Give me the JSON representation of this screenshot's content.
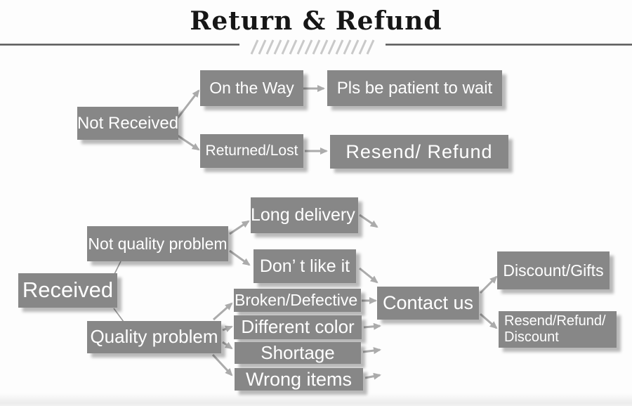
{
  "title": "Return & Refund",
  "colors": {
    "box": "#878787",
    "box_text": "#ffffff",
    "arrow": "#ababab",
    "divider_line": "#585858",
    "hatch": "#c9c9c9",
    "title_text": "#161616",
    "background": "#fdfdfd"
  },
  "nodes": {
    "not_received": {
      "label": "Not Received"
    },
    "on_the_way": {
      "label": "On the Way"
    },
    "pls_patient": {
      "label": "Pls be patient to wait"
    },
    "returned_lost": {
      "label": "Returned/Lost"
    },
    "resend_refund": {
      "label": "Resend/ Refund"
    },
    "received": {
      "label": "Received"
    },
    "not_quality": {
      "label": "Not quality problem"
    },
    "long_delivery": {
      "label": "Long delivery"
    },
    "dont_like": {
      "label": "Don’ t like it"
    },
    "quality_problem": {
      "label": "Quality problem"
    },
    "broken_defective": {
      "label": "Broken/Defective"
    },
    "different_color": {
      "label": "Different color"
    },
    "shortage": {
      "label": "Shortage"
    },
    "wrong_items": {
      "label": "Wrong items"
    },
    "contact_us": {
      "label": "Contact us"
    },
    "discount_gifts": {
      "label": "Discount/Gifts"
    },
    "resend_discount": {
      "label": "Resend/Refund/\nDiscount"
    }
  },
  "edges": [
    {
      "from": "not_received",
      "to": "on_the_way",
      "style": "arrow"
    },
    {
      "from": "not_received",
      "to": "returned_lost",
      "style": "arrow"
    },
    {
      "from": "on_the_way",
      "to": "pls_patient",
      "style": "arrow"
    },
    {
      "from": "returned_lost",
      "to": "resend_refund",
      "style": "arrow"
    },
    {
      "from": "received",
      "to": "not_quality",
      "style": "line"
    },
    {
      "from": "received",
      "to": "quality_problem",
      "style": "line"
    },
    {
      "from": "not_quality",
      "to": "long_delivery",
      "style": "arrow"
    },
    {
      "from": "not_quality",
      "to": "dont_like",
      "style": "arrow"
    },
    {
      "from": "long_delivery",
      "to": "contact_us",
      "style": "arrow"
    },
    {
      "from": "dont_like",
      "to": "contact_us",
      "style": "arrow"
    },
    {
      "from": "quality_problem",
      "to": "broken_defective",
      "style": "arrow"
    },
    {
      "from": "quality_problem",
      "to": "different_color",
      "style": "arrow"
    },
    {
      "from": "quality_problem",
      "to": "shortage",
      "style": "arrow"
    },
    {
      "from": "quality_problem",
      "to": "wrong_items",
      "style": "arrow"
    },
    {
      "from": "broken_defective",
      "to": "contact_us",
      "style": "arrow"
    },
    {
      "from": "different_color",
      "to": "contact_us",
      "style": "arrow"
    },
    {
      "from": "shortage",
      "to": "contact_us",
      "style": "arrow"
    },
    {
      "from": "wrong_items",
      "to": "contact_us",
      "style": "arrow"
    },
    {
      "from": "contact_us",
      "to": "discount_gifts",
      "style": "arrow"
    },
    {
      "from": "contact_us",
      "to": "resend_discount",
      "style": "arrow"
    }
  ]
}
